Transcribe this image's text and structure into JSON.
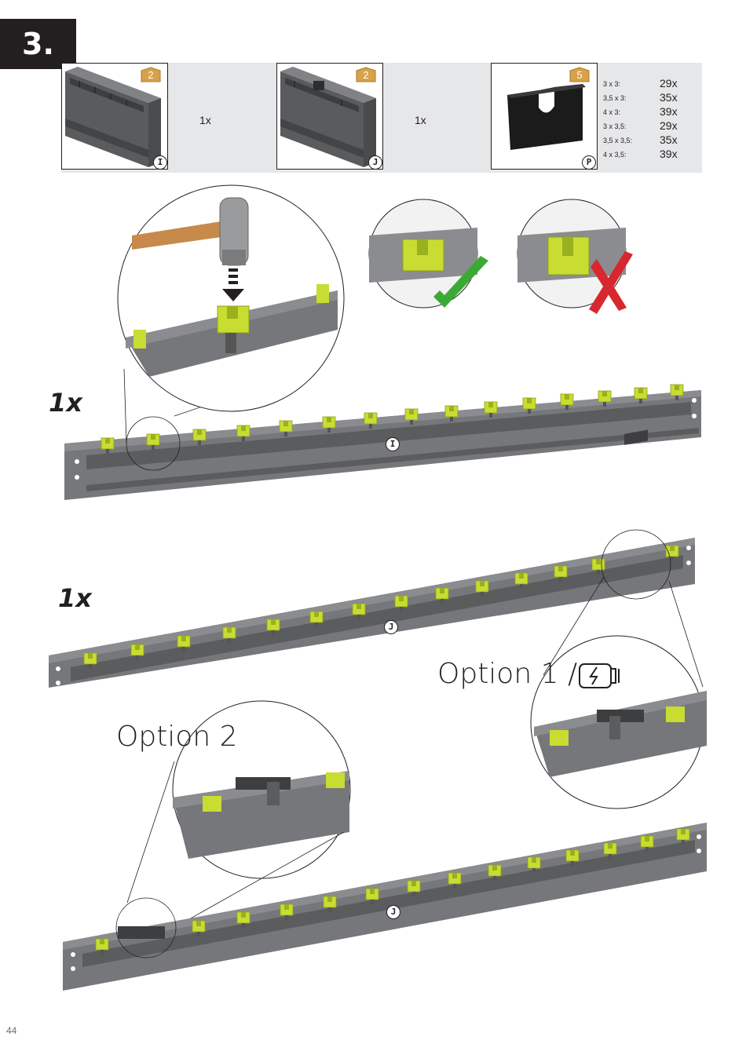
{
  "step": {
    "number": "3."
  },
  "parts": [
    {
      "letter": "I",
      "box": "2",
      "qty": "1x"
    },
    {
      "letter": "J",
      "box": "2",
      "qty": "1x"
    },
    {
      "letter": "P",
      "box": "5"
    }
  ],
  "sizes": [
    {
      "label": "3 x 3:",
      "count": "29x"
    },
    {
      "label": "3,5 x 3:",
      "count": "35x"
    },
    {
      "label": "4 x 3:",
      "count": "39x"
    },
    {
      "label": "3 x 3,5:",
      "count": "29x"
    },
    {
      "label": "3,5 x 3,5:",
      "count": "35x"
    },
    {
      "label": "4 x 3,5:",
      "count": "39x"
    }
  ],
  "assembly": [
    {
      "multiplier": "1x",
      "beam_letter": "I"
    },
    {
      "multiplier": "1x",
      "beam_letter": "J"
    },
    {
      "beam_letter": "J"
    }
  ],
  "options": {
    "option1": "Option 1 /",
    "option2": "Option 2"
  },
  "icons": [
    "hammer-icon",
    "check-icon",
    "cross-icon",
    "motor-icon",
    "box-icon"
  ],
  "colors": {
    "clip": "#c8dc32",
    "beam": "#6d6e71",
    "check": "#3aaa35",
    "cross": "#d7282f",
    "box": "#d8a24a"
  },
  "page": {
    "number": "44"
  }
}
